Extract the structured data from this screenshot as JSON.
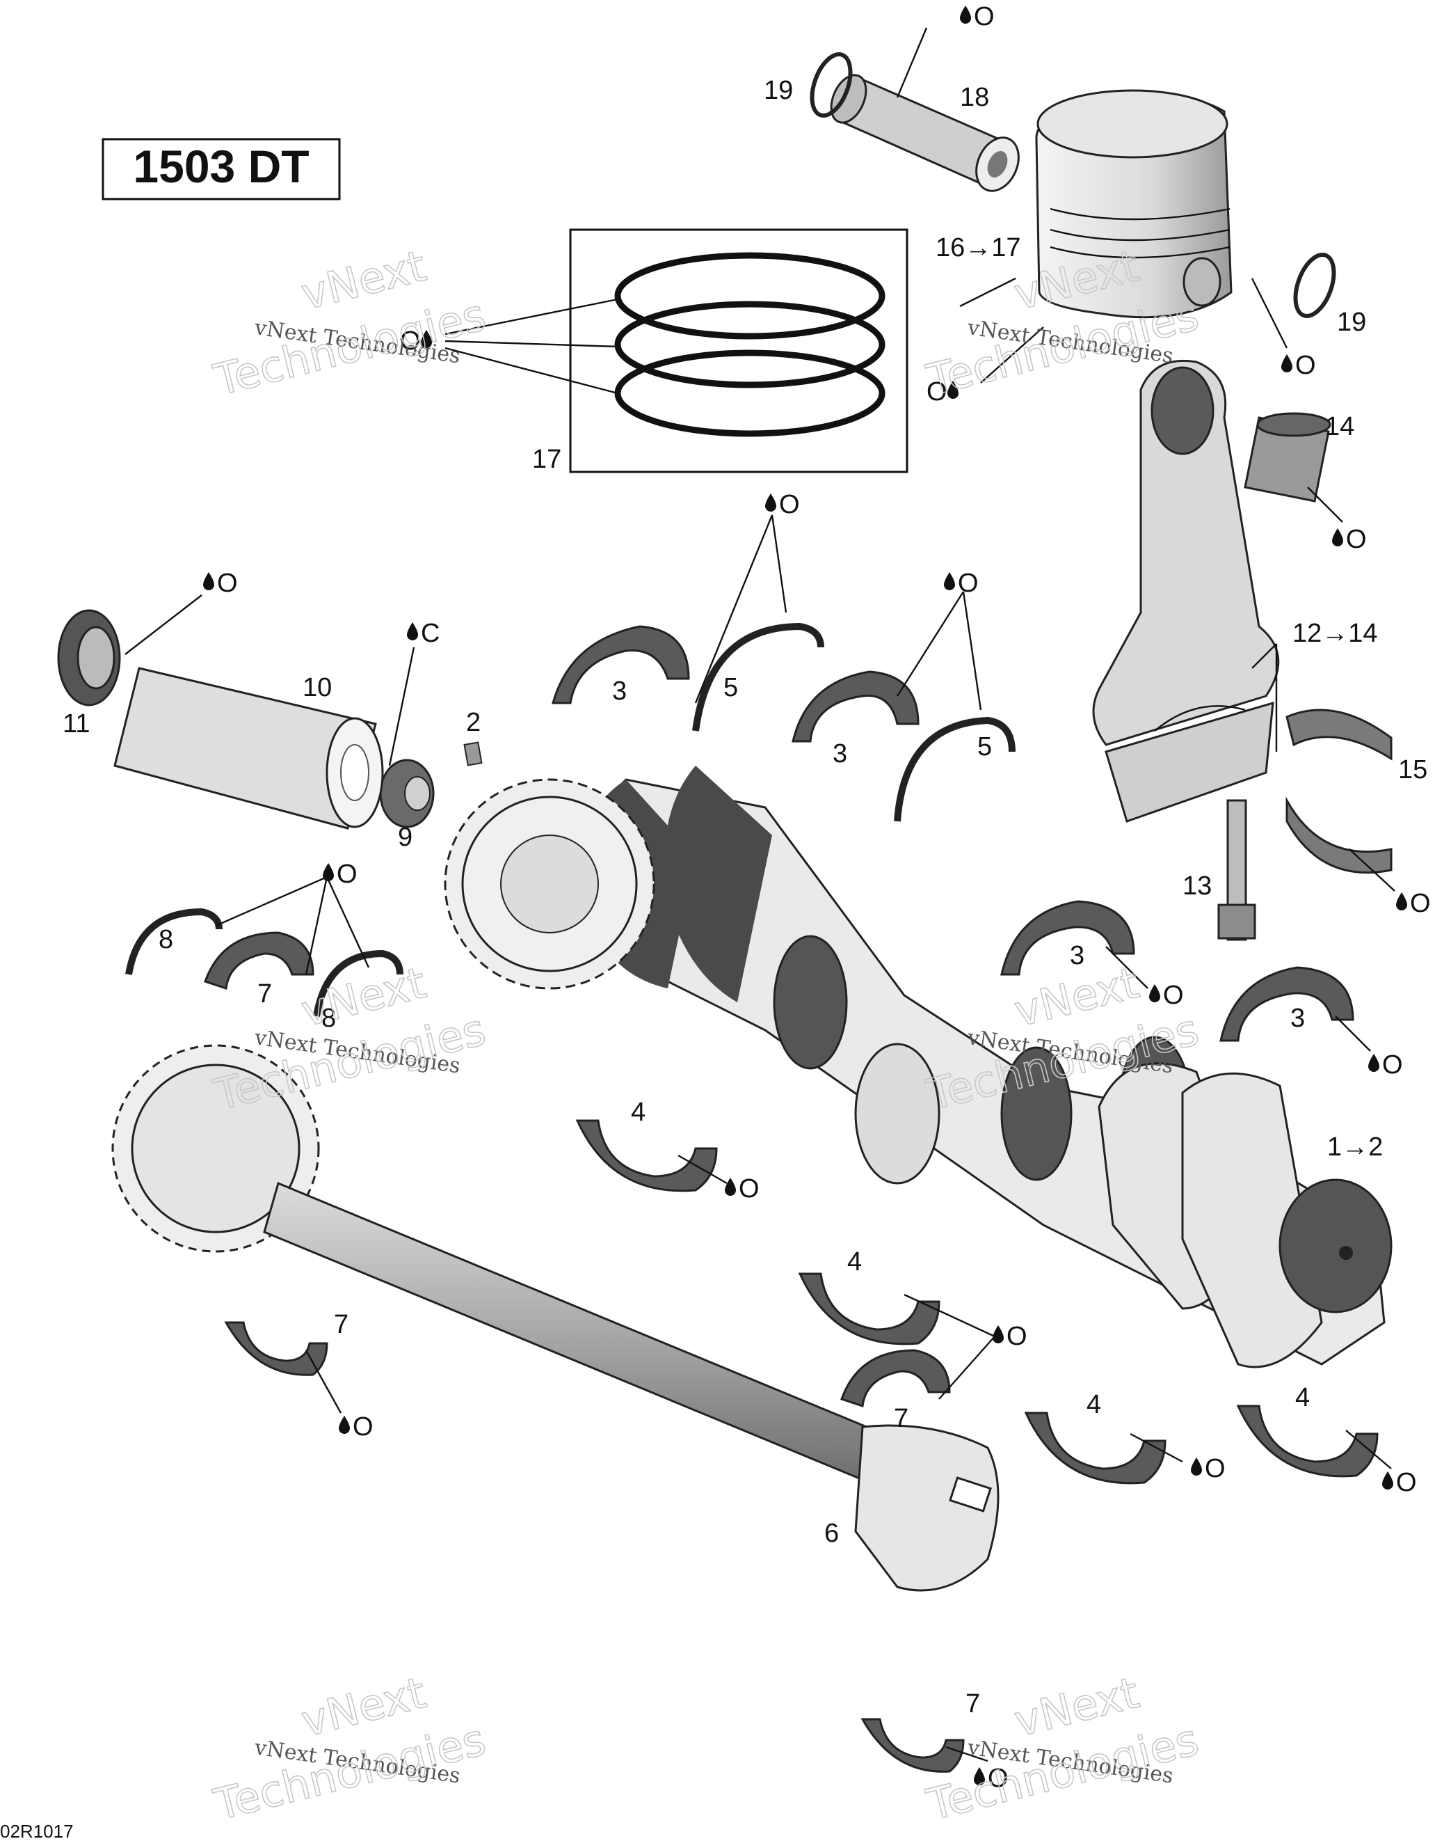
{
  "diagram": {
    "title": "1503 DT",
    "footer_code": "02R1017",
    "watermark": {
      "line1": "vNext Technologies",
      "line2": "vNext",
      "line3": "Technologies"
    },
    "oil_marks": {
      "o": "O",
      "c": "C",
      "o_reversed": "O"
    },
    "part_labels": {
      "p1_2": "1→2",
      "p2": "2",
      "p3": "3",
      "p4": "4",
      "p5": "5",
      "p6": "6",
      "p7": "7",
      "p8": "8",
      "p9": "9",
      "p10": "10",
      "p11": "11",
      "p12_14": "12→14",
      "p13": "13",
      "p14": "14",
      "p15": "15",
      "p16_17": "16→17",
      "p17": "17",
      "p18": "18",
      "p19": "19"
    },
    "colors": {
      "part_dark": "#555555",
      "part_mid": "#8c8c8c",
      "part_light": "#d2d2d2",
      "part_white": "#eeeeee",
      "ink": "#111111"
    }
  }
}
